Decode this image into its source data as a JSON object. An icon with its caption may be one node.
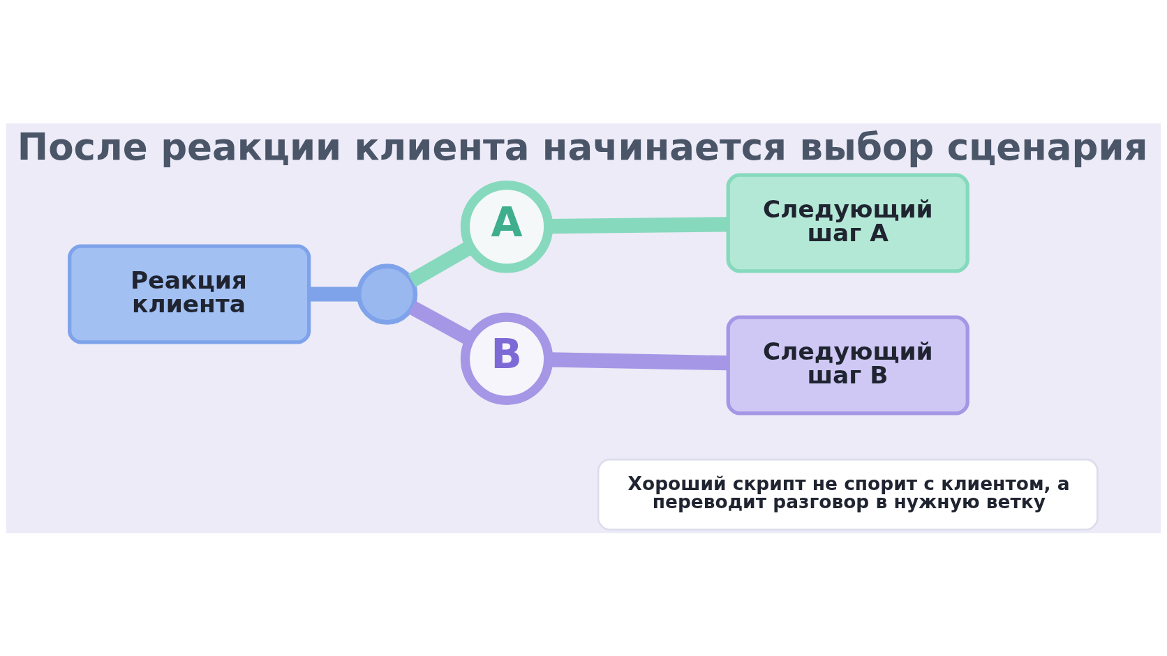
{
  "diagram": {
    "title": "После реакции клиента начинается выбор сценария",
    "nodes": [
      {
        "text": [
          "Реакция клиента"
        ]
      },
      {
        "text": [],
        "shape": "circle"
      },
      {
        "text": [
          "A"
        ]
      },
      {
        "text": [
          "Следующий шаг A"
        ]
      },
      {
        "text": [
          "B"
        ]
      },
      {
        "text": [
          "Следующий шаг B"
        ]
      },
      {
        "text": [
          "Хороший скрипт не спорит с клиентом, а переводит разговор в нужную ветку"
        ]
      }
    ],
    "edges": [
      {
        "from": 0,
        "to": 1,
        "arrow": "none",
        "color": "#7fa3ea"
      },
      {
        "from": 1,
        "to": 2,
        "arrow": "none",
        "color": "#86d9bc"
      },
      {
        "from": 2,
        "to": 3,
        "arrow": "none",
        "color": "#86d9bc"
      },
      {
        "from": 1,
        "to": 4,
        "arrow": "none",
        "color": "#a596e6"
      },
      {
        "from": 4,
        "to": 5,
        "arrow": "none",
        "color": "#a596e6"
      }
    ]
  }
}
